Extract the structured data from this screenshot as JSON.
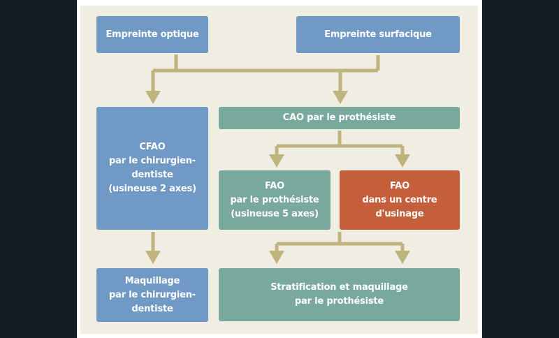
{
  "colors": {
    "blue": "#7099c6",
    "teal": "#79a99c",
    "orange": "#c55f3b",
    "arrow": "#bfb47d",
    "panel": "#f0ede3",
    "outer": "#121a22"
  },
  "nodes": {
    "empreinte_optique": "Empreinte optique",
    "empreinte_surfacique": "Empreinte surfacique",
    "cfao_chirurgien": "CFAO\npar le chirurgien-\ndentiste\n(usineuse 2 axes)",
    "cao_prothesiste": "CAO par le prothésiste",
    "fao_prothesiste": "FAO\npar le prothésiste\n(usineuse 5 axes)",
    "fao_centre": "FAO\ndans un centre\nd'usinage",
    "maquillage_chirurgien": "Maquillage\npar le chirurgien-\ndentiste",
    "stratification_prothesiste": "Stratification et maquillage\npar le prothésiste"
  },
  "edges": [
    {
      "from": "empreinte_optique",
      "to": "cfao_chirurgien"
    },
    {
      "from": "empreinte_optique",
      "to": "cao_prothesiste"
    },
    {
      "from": "empreinte_surfacique",
      "to": "cfao_chirurgien"
    },
    {
      "from": "empreinte_surfacique",
      "to": "cao_prothesiste"
    },
    {
      "from": "cao_prothesiste",
      "to": "fao_prothesiste"
    },
    {
      "from": "cao_prothesiste",
      "to": "fao_centre"
    },
    {
      "from": "cfao_chirurgien",
      "to": "maquillage_chirurgien"
    },
    {
      "from": "fao_centre",
      "to": "stratification_prothesiste"
    }
  ]
}
